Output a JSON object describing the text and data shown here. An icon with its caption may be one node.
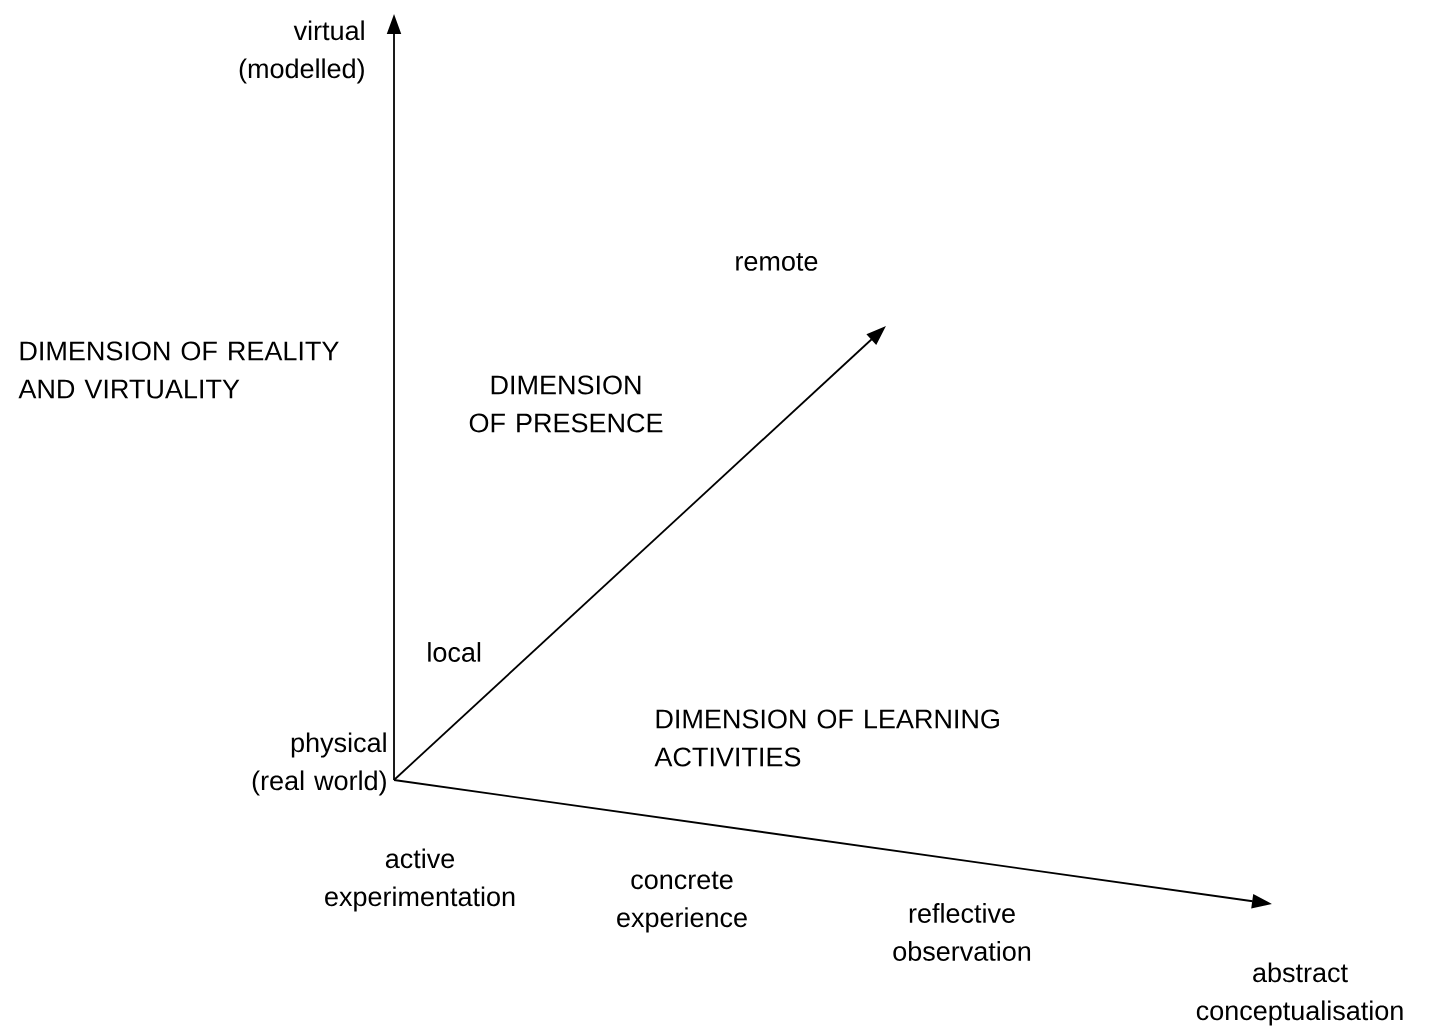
{
  "diagram": {
    "labels": [
      "virtual (modelled)",
      "DIMENSION OF REALITY AND VIRTUALITY",
      "remote",
      "DIMENSION OF PRESENCE",
      "local",
      "physical (real world)",
      "DIMENSION OF LEARNING ACTIVITIES",
      "active experimentation",
      "concrete experience",
      "reflective observation",
      "abstract conceptualisation"
    ]
  }
}
